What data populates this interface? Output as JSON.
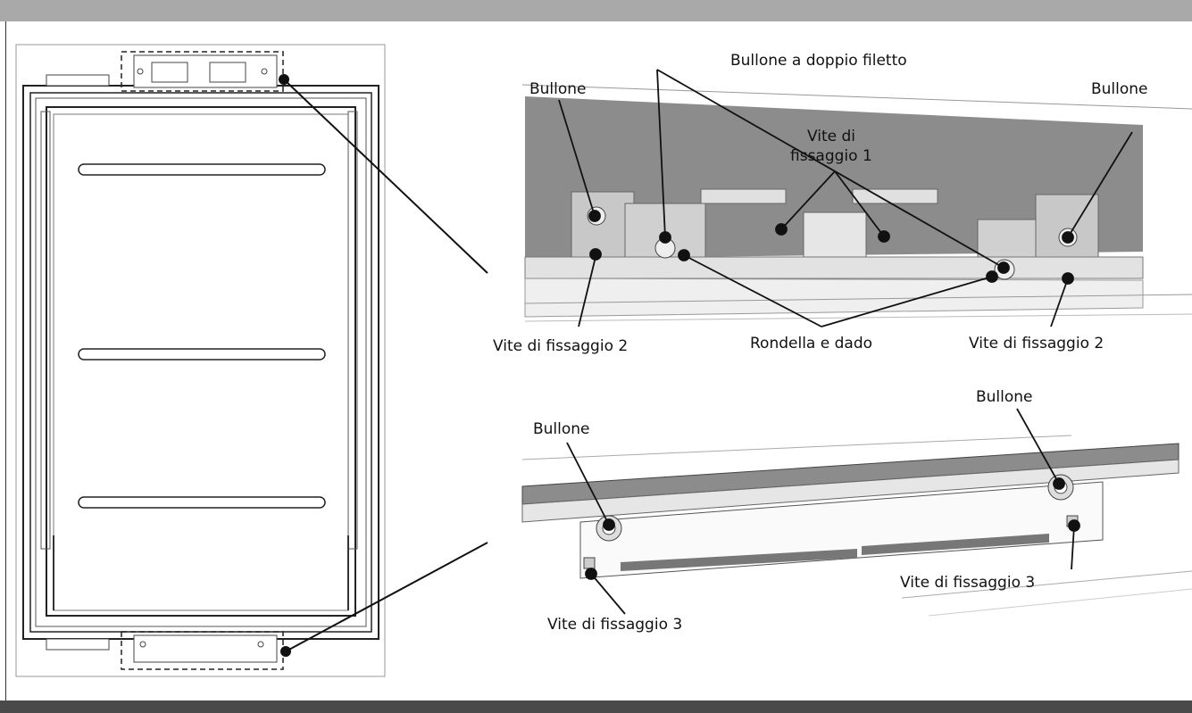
{
  "colors": {
    "top_bar": "#a9a9a9",
    "bottom_bar": "#4a4a4a",
    "panel_fill": "#8c8c8c",
    "line": "#111111"
  },
  "labels": {
    "bullone_top_left": "Bullone",
    "bullone_doppio_filetto": "Bullone a doppio filetto",
    "bullone_top_right": "Bullone",
    "vite_fissaggio_1_line1": "Vite di",
    "vite_fissaggio_1_line2": "fissaggio 1",
    "vite_fissaggio_2_left": "Vite di fissaggio 2",
    "rondella_e_dado": "Rondella e dado",
    "vite_fissaggio_2_right": "Vite di fissaggio 2",
    "bullone_bottom_left": "Bullone",
    "bullone_bottom_right": "Bullone",
    "vite_fissaggio_3_right": "Vite di fissaggio 3",
    "vite_fissaggio_3_left": "Vite di fissaggio 3"
  }
}
